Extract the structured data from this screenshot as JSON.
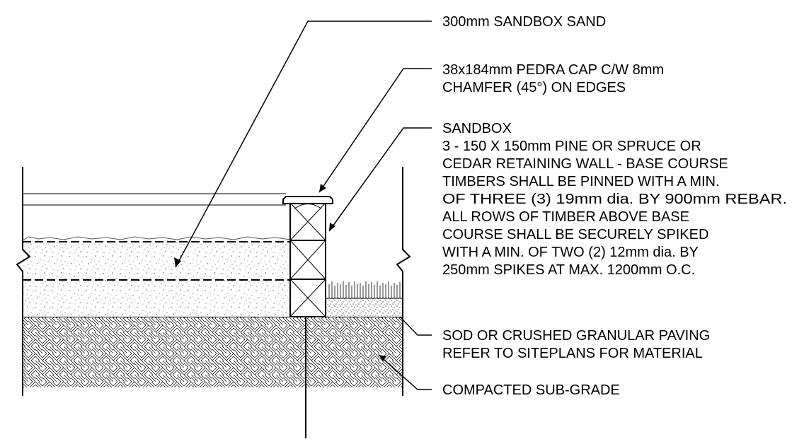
{
  "labels": {
    "sand": "300mm SANDBOX SAND",
    "cap": [
      "38x184mm PEDRA CAP C/W 8mm",
      "CHAMFER (45°) ON EDGES"
    ],
    "sandbox": [
      "SANDBOX",
      "3 - 150 X 150mm PINE OR SPRUCE OR",
      "CEDAR RETAINING WALL - BASE COURSE",
      "TIMBERS SHALL BE PINNED WITH A MIN.",
      "OF THREE (3) 19mm dia. BY 900mm REBAR.",
      "ALL ROWS OF TIMBER ABOVE BASE",
      "COURSE SHALL BE SECURELY SPIKED",
      "WITH A MIN. OF TWO (2) 12mm dia. BY",
      "250mm SPIKES AT MAX. 1200mm O.C."
    ],
    "sod": [
      "SOD OR CRUSHED GRANULAR PAVING",
      "REFER TO SITEPLANS FOR MATERIAL"
    ],
    "subgrade": "COMPACTED SUB-GRADE"
  }
}
